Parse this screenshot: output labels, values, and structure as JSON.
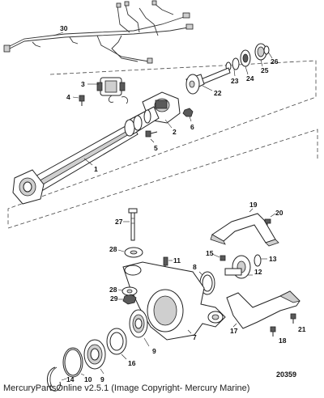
{
  "diagram": {
    "callouts": [
      "30",
      "26",
      "25",
      "24",
      "23",
      "22",
      "3",
      "4",
      "2",
      "6",
      "5",
      "1",
      "27",
      "20",
      "19",
      "28",
      "11",
      "15",
      "13",
      "8",
      "12",
      "28",
      "29",
      "10",
      "7",
      "9",
      "16",
      "9",
      "14",
      "17",
      "21",
      "18"
    ],
    "drawing_number": "20359"
  },
  "footer": {
    "credit": "MercuryPartsOnline v2.5.1 (Image Copyright- Mercury Marine)"
  }
}
